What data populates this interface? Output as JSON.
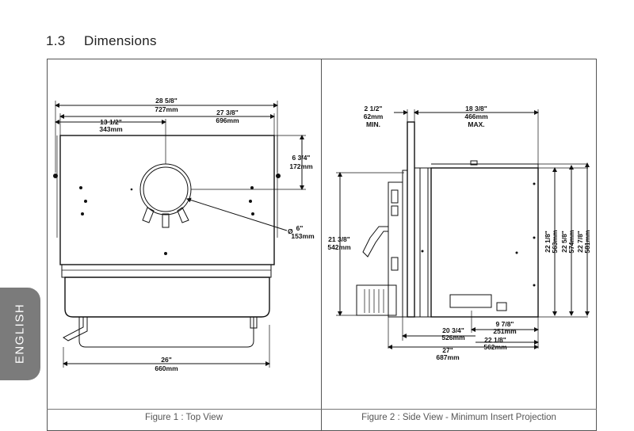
{
  "section": {
    "number": "1.3",
    "title": "Dimensions"
  },
  "side_tab": {
    "label": "ENGLISH"
  },
  "figure1": {
    "caption": "Figure 1 : Top View",
    "labels": {
      "overall_width_in": "28 5/8\"",
      "overall_width_mm": "727mm",
      "right_offset_in": "27 3/8\"",
      "right_offset_mm": "696mm",
      "flue_center_in": "13 1/2\"",
      "flue_center_mm": "343mm",
      "flue_depth_in": "6 3/4\"",
      "flue_depth_mm": "172mm",
      "flue_dia_in": "6\"",
      "flue_dia_mm": "153mm",
      "dia_symbol": "Ø",
      "front_width_in": "26\"",
      "front_width_mm": "660mm"
    }
  },
  "figure2": {
    "caption": "Figure 2 : Side View - Minimum Insert Projection",
    "labels": {
      "min_in": "2 1/2\"",
      "min_mm": "62mm",
      "min_word": "MIN.",
      "max_in": "18 3/8\"",
      "max_mm": "466mm",
      "max_word": "MAX.",
      "height_in": "21 3/8\"",
      "height_mm": "542mm",
      "h1_in": "22 1/8\"",
      "h1_mm": "563mm",
      "h2_in": "22 5/8\"",
      "h2_mm": "574mm",
      "h3_in": "22 7/8\"",
      "h3_mm": "581mm",
      "d1_in": "9 7/8\"",
      "d1_mm": "251mm",
      "d2_in": "20 3/4\"",
      "d2_mm": "526mm",
      "d3_in": "22 1/8\"",
      "d3_mm": "562mm",
      "d4_in": "27\"",
      "d4_mm": "687mm"
    }
  }
}
